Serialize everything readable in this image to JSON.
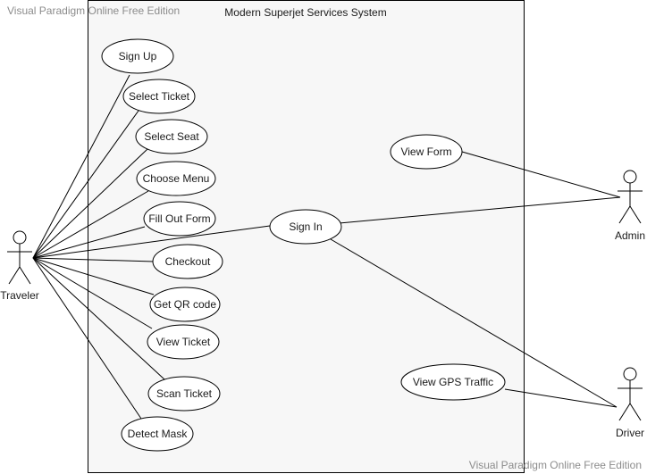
{
  "watermark": {
    "top": "Visual Paradigm Online Free Edition",
    "bottom": "Visual Paradigm Online Free Edition"
  },
  "system": {
    "title": "Modern Superjet Services System"
  },
  "actors": {
    "traveler": "Traveler",
    "admin": "Admin",
    "driver": "Driver"
  },
  "usecases": {
    "sign_up": "Sign Up",
    "select_ticket": "Select Ticket",
    "select_seat": "Select Seat",
    "choose_menu": "Choose Menu",
    "fill_out_form": "Fill Out Form",
    "checkout": "Checkout",
    "get_qr_code": "Get QR code",
    "view_ticket": "View Ticket",
    "scan_ticket": "Scan Ticket",
    "detect_mask": "Detect Mask",
    "sign_in": "Sign In",
    "view_form": "View Form",
    "view_gps_traffic": "View GPS Traffic"
  },
  "associations": [
    [
      "traveler",
      "sign_up"
    ],
    [
      "traveler",
      "select_ticket"
    ],
    [
      "traveler",
      "select_seat"
    ],
    [
      "traveler",
      "choose_menu"
    ],
    [
      "traveler",
      "fill_out_form"
    ],
    [
      "traveler",
      "checkout"
    ],
    [
      "traveler",
      "get_qr_code"
    ],
    [
      "traveler",
      "view_ticket"
    ],
    [
      "traveler",
      "scan_ticket"
    ],
    [
      "traveler",
      "detect_mask"
    ],
    [
      "traveler",
      "sign_in"
    ],
    [
      "admin",
      "sign_in"
    ],
    [
      "admin",
      "view_form"
    ],
    [
      "driver",
      "sign_in"
    ],
    [
      "driver",
      "view_gps_traffic"
    ]
  ]
}
